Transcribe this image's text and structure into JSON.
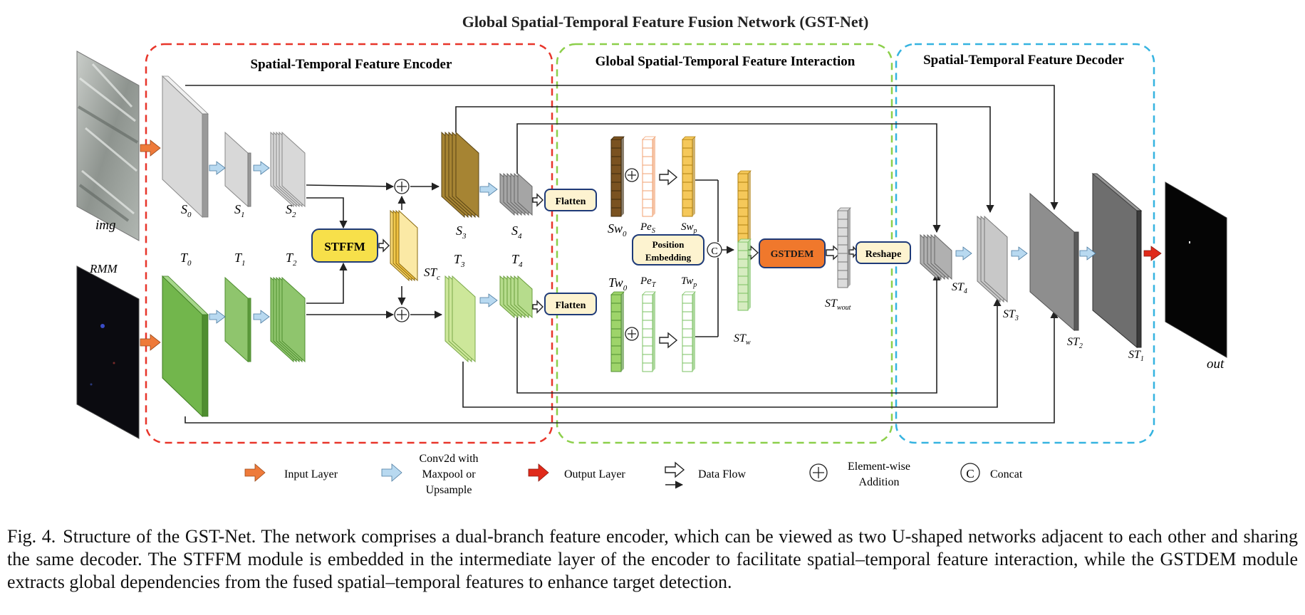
{
  "title": "Global Spatial-Temporal Feature Fusion Network (GST-Net)",
  "sections": {
    "encoder": "Spatial-Temporal Feature Encoder",
    "interaction": "Global Spatial-Temporal Feature Interaction",
    "decoder": "Spatial-Temporal Feature Decoder"
  },
  "inputs": {
    "img": "img",
    "rmm": "RMM"
  },
  "output_label": "out",
  "spatial_labels": [
    "S",
    "S",
    "S",
    "S",
    "S"
  ],
  "spatial_subs": [
    "0",
    "1",
    "2",
    "3",
    "4"
  ],
  "temporal_labels": [
    "T",
    "T",
    "T",
    "T",
    "T"
  ],
  "temporal_subs": [
    "0",
    "1",
    "2",
    "3",
    "4"
  ],
  "stc": {
    "main": "ST",
    "sub": "c"
  },
  "modules": {
    "stffm": "STFFM",
    "flatten_top": "Flatten",
    "flatten_bottom": "Flatten",
    "pos_line1": "Position",
    "pos_line2": "Embedding",
    "gstdem": "GSTDEM",
    "reshape": "Reshape",
    "concat_symbol": "C",
    "plus_symbol": "+"
  },
  "tokens": {
    "sw0": {
      "main": "Sw",
      "sub": "0"
    },
    "pes": {
      "main": "Pe",
      "sub": "S"
    },
    "swp": {
      "main": "Sw",
      "sub": "p"
    },
    "tw0": {
      "main": "Tw",
      "sub": "0"
    },
    "pet": {
      "main": "Pe",
      "sub": "T"
    },
    "twp": {
      "main": "Tw",
      "sub": "p"
    },
    "stw": {
      "main": "ST",
      "sub": "w"
    },
    "stwout": {
      "main": "ST",
      "sub": "wout"
    }
  },
  "decoder_labels": [
    {
      "main": "ST",
      "sub": "4"
    },
    {
      "main": "ST",
      "sub": "3"
    },
    {
      "main": "ST",
      "sub": "2"
    },
    {
      "main": "ST",
      "sub": "1"
    }
  ],
  "legend": {
    "input_layer": "Input Layer",
    "conv_line1": "Conv2d with",
    "conv_line2": "Maxpool or",
    "conv_line3": "Upsample",
    "output_layer": "Output Layer",
    "data_flow": "Data Flow",
    "add_line1": "Element-wise",
    "add_line2": "Addition",
    "concat": "Concat"
  },
  "caption": {
    "fig_label": "Fig. 4.",
    "text": "Structure of the GST-Net. The network comprises a dual-branch feature encoder, which can be viewed as two U-shaped networks adjacent to each other and sharing the same decoder. The STFFM module is embedded in the intermediate layer of the encoder to facilitate spatial–temporal feature interaction, while the GSTDEM module extracts global dependencies from the fused spatial–temporal features to enhance target detection."
  },
  "colors": {
    "encoder_border": "#e8352a",
    "interaction_border": "#8ccf4a",
    "decoder_border": "#35b3e0",
    "spatial_gray": "#d8d8d8",
    "temporal_green": "#72b64c",
    "stffm_fill": "#f7e04a",
    "gstdem_fill": "#f0782c",
    "flatten_fill": "#fdf3d0",
    "input_arrow": "#ee7a3a",
    "conv_arrow": "#b8d9f0",
    "output_arrow": "#e02a1a"
  }
}
